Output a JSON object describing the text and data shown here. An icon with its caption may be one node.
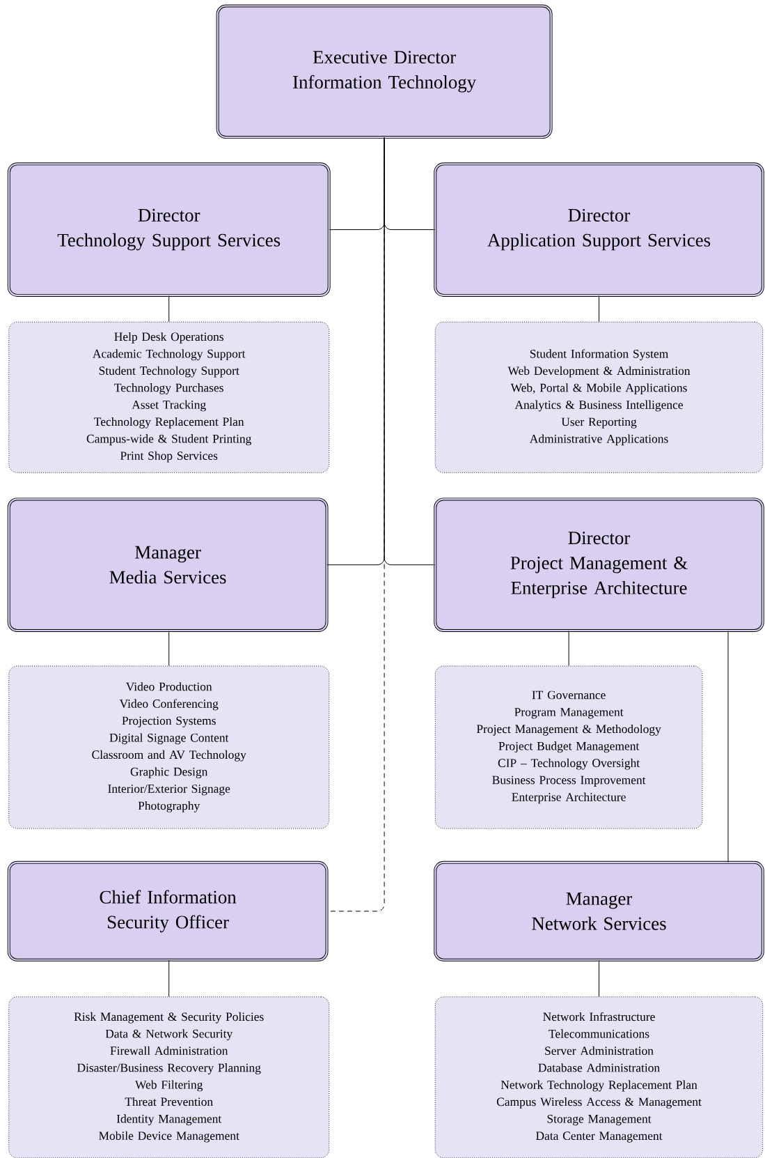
{
  "diagram": {
    "nodes": [
      {
        "text": [
          "Executive Director",
          "Information Technology"
        ]
      },
      {
        "text": [
          "Director",
          "Technology Support Services"
        ]
      },
      {
        "text": [
          "Director",
          "Application Support Services"
        ]
      },
      {
        "text": [
          "Help Desk Operations",
          "Academic Technology Support",
          "Student Technology Support",
          "Technology Purchases",
          "Asset Tracking",
          "Technology Replacement Plan",
          "Campus-wide & Student Printing",
          "Print Shop Services"
        ]
      },
      {
        "text": [
          "Student Information System",
          "Web Development & Administration",
          "Web, Portal & Mobile Applications",
          "Analytics & Business Intelligence",
          "User Reporting",
          "Administrative Applications"
        ]
      },
      {
        "text": [
          "Manager",
          "Media Services"
        ]
      },
      {
        "text": [
          "Director",
          "Project Management & Enterprise Architecture"
        ]
      },
      {
        "text": [
          "Video Production",
          "Video Conferencing",
          "Projection Systems",
          "Digital Signage Content",
          "Classroom and AV Technology",
          "Graphic Design",
          "Interior/Exterior Signage",
          "Photography"
        ]
      },
      {
        "text": [
          "IT Governance",
          "Program Management",
          "Project Management & Methodology",
          "Project Budget Management",
          "CIP – Technology Oversight",
          "Business Process Improvement",
          "Enterprise Architecture"
        ]
      },
      {
        "text": [
          "Chief Information Security Officer"
        ]
      },
      {
        "text": [
          "Manager",
          "Network Services"
        ]
      },
      {
        "text": [
          "Risk Management & Security Policies",
          "Data & Network Security",
          "Firewall Administration",
          "Disaster/Business Recovery Planning",
          "Web Filtering",
          "Threat Prevention",
          "Identity Management",
          "Mobile Device Management"
        ]
      },
      {
        "text": [
          "Network Infrastructure",
          "Telecommunications",
          "Server Administration",
          "Database Administration",
          "Network Technology Replacement Plan",
          "Campus Wireless Access & Management",
          "Storage Management",
          "Data Center Management"
        ]
      }
    ],
    "edges": [
      {
        "from": 0,
        "to": 1,
        "arrow": "none"
      },
      {
        "from": 0,
        "to": 2,
        "arrow": "none"
      },
      {
        "from": 0,
        "to": 5,
        "arrow": "none"
      },
      {
        "from": 0,
        "to": 6,
        "arrow": "none"
      },
      {
        "from": 0,
        "to": 9,
        "arrow": "none",
        "style": "dashed"
      },
      {
        "from": 1,
        "to": 3,
        "arrow": "none"
      },
      {
        "from": 2,
        "to": 4,
        "arrow": "none"
      },
      {
        "from": 5,
        "to": 7,
        "arrow": "none"
      },
      {
        "from": 6,
        "to": 8,
        "arrow": "none"
      },
      {
        "from": 6,
        "to": 10,
        "arrow": "none"
      },
      {
        "from": 9,
        "to": 11,
        "arrow": "none"
      },
      {
        "from": 10,
        "to": 12,
        "arrow": "none"
      }
    ]
  }
}
